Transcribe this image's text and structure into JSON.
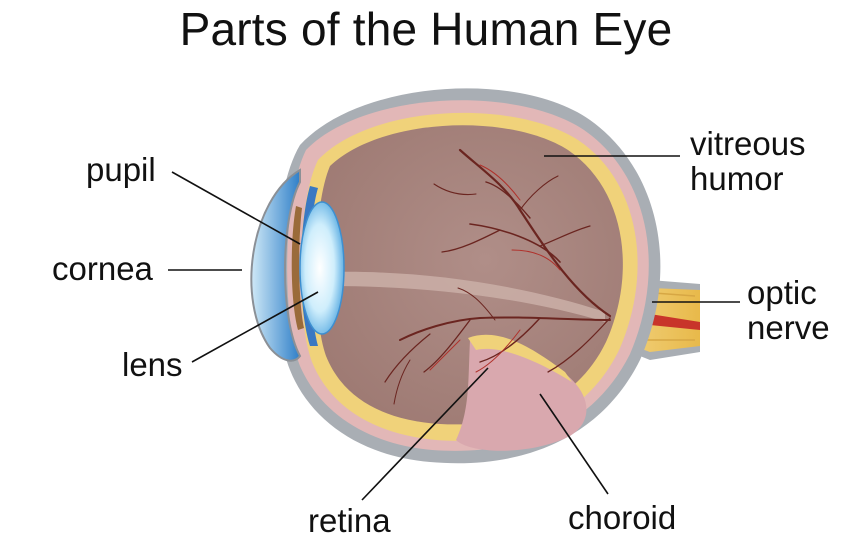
{
  "title": "Parts of the Human Eye",
  "labels": {
    "pupil": "pupil",
    "cornea": "cornea",
    "lens": "lens",
    "retina": "retina",
    "choroid": "choroid",
    "vitreous_line1": "vitreous",
    "vitreous_line2": "humor",
    "optic_line1": "optic",
    "optic_line2": "nerve"
  },
  "colors": {
    "sclera": "#a9aeb4",
    "vitreous": "#a88580",
    "retina": "#f0d27a",
    "choroid": "#d9a8ae",
    "lens": "#bfe3f5",
    "cornea": "#5aa0d8",
    "vessel": "#7a2a25",
    "optic_nerve": "#e8c15e"
  }
}
